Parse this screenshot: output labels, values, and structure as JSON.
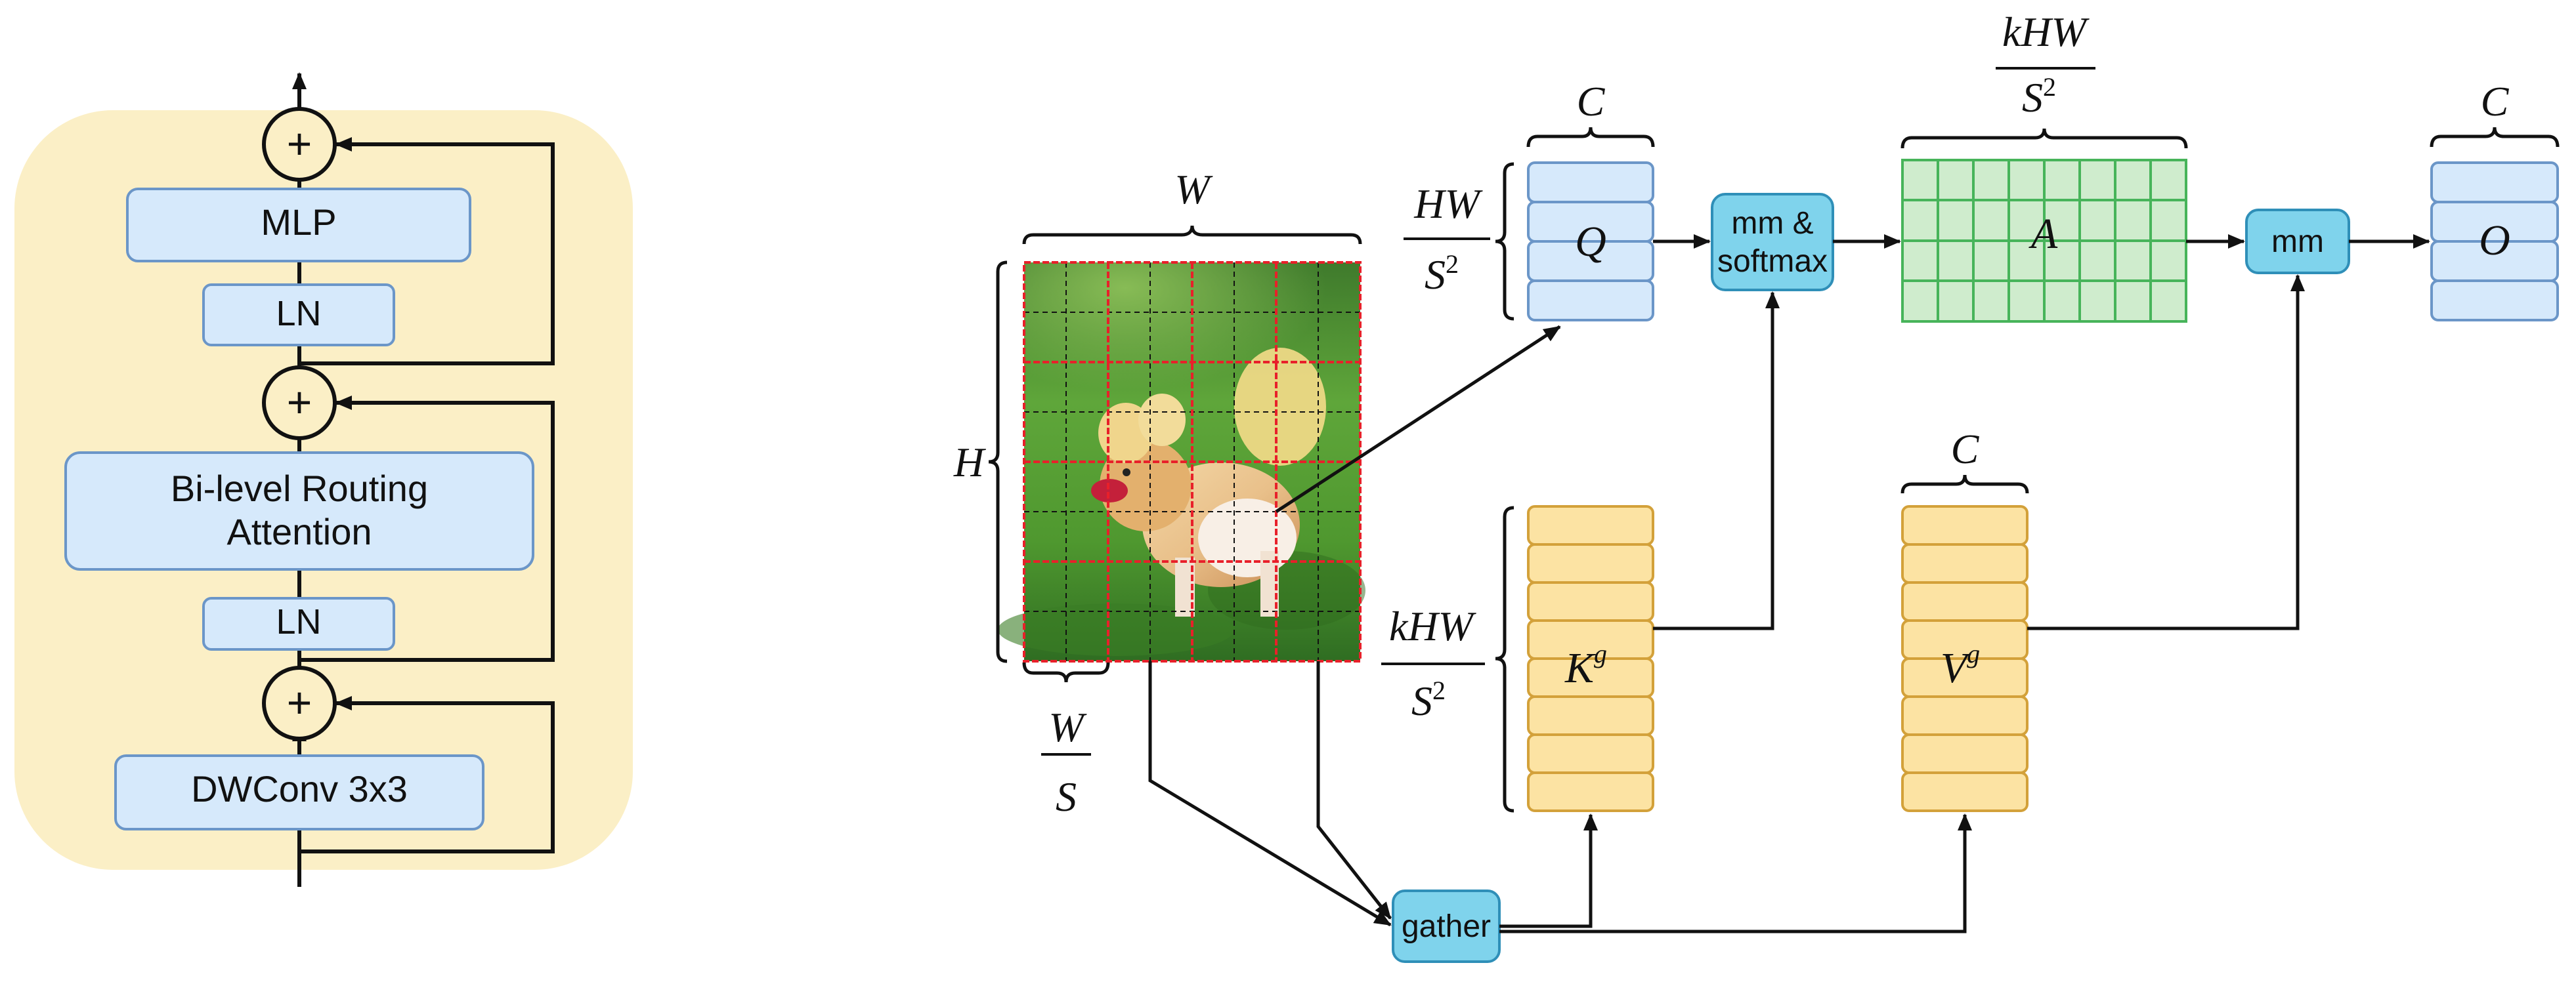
{
  "block": {
    "dwconv_label": "DWConv 3x3",
    "ln_bottom_label": "LN",
    "bra_line1": "Bi-level Routing",
    "bra_line2": "Attention",
    "ln_top_label": "LN",
    "mlp_label": "MLP",
    "plus_symbol": "+"
  },
  "image_dims": {
    "width_label": "W",
    "height_label": "H",
    "region_width_num": "W",
    "region_width_den": "S"
  },
  "query": {
    "label": "Q",
    "width_label": "C",
    "height_num": "HW",
    "height_den": "S",
    "height_den_exp": "2"
  },
  "key": {
    "label": "K",
    "label_sup": "g",
    "height_num": "kHW",
    "height_den": "S",
    "height_den_exp": "2"
  },
  "value": {
    "label": "V",
    "label_sup": "g",
    "width_label": "C"
  },
  "attention": {
    "label": "A",
    "width_num": "kHW",
    "width_den": "S",
    "width_den_exp": "2"
  },
  "output": {
    "label": "O",
    "width_label": "C"
  },
  "ops": {
    "mm_softmax_line1": "mm &",
    "mm_softmax_line2": "softmax",
    "mm_label": "mm",
    "gather_label": "gather"
  },
  "colors": {
    "block_bg": "#fbefc6",
    "blue_box": "#d6e9fb",
    "blue_border": "#6b96c8",
    "cyan_op": "#7fd3ec",
    "cyan_border": "#2f8fb8",
    "green_grid": "#cfeccd",
    "green_border": "#47b45a",
    "yellow_box": "#fce3a3",
    "yellow_border": "#d3a13a",
    "grid_red": "#e8202a"
  }
}
